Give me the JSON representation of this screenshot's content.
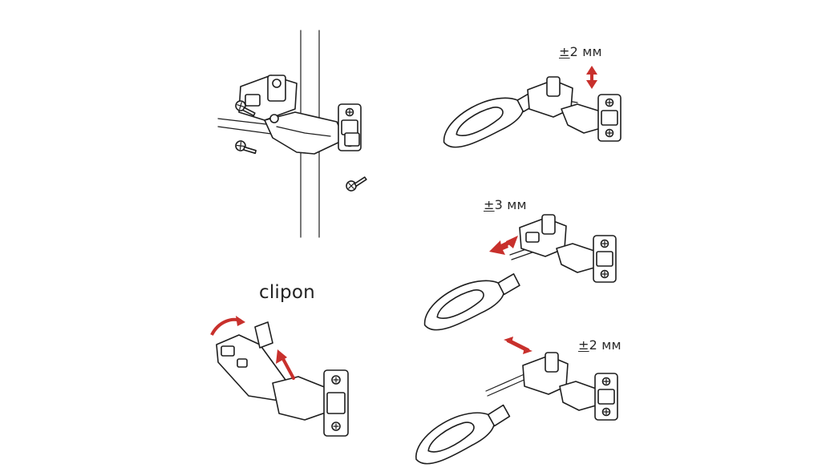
{
  "labels": {
    "clipon": "clipon",
    "adjust_vertical": {
      "sign": "±",
      "value": "2 мм"
    },
    "adjust_depth": {
      "sign": "±",
      "value": "3 мм"
    },
    "adjust_side": {
      "sign": "±",
      "value": "2 мм"
    }
  },
  "colors": {
    "arrow": "#c8302c",
    "line": "#1e1e1e"
  }
}
